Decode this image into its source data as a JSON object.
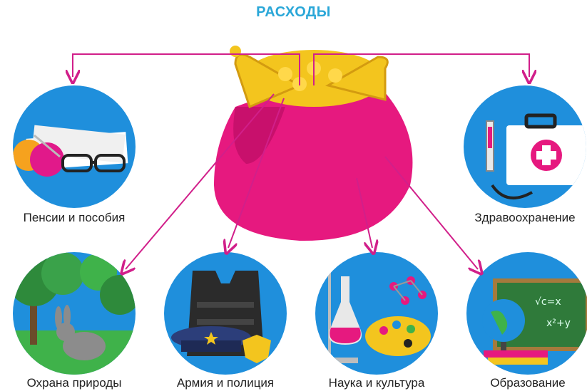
{
  "title": "РАСХОДЫ",
  "categories": [
    {
      "id": "pensions",
      "label": "Пенсии и пособия",
      "icon": "knitting-glasses-icon"
    },
    {
      "id": "health",
      "label": "Здравоохранение",
      "icon": "medical-kit-icon"
    },
    {
      "id": "nature",
      "label": "Охрана природы",
      "icon": "rabbit-tree-icon"
    },
    {
      "id": "army",
      "label": "Армия и полиция",
      "icon": "vest-cap-icon"
    },
    {
      "id": "science",
      "label": "Наука и культура",
      "icon": "flask-palette-icon"
    },
    {
      "id": "education",
      "label": "Образование",
      "icon": "globe-board-icon"
    }
  ],
  "colors": {
    "title": "#2aa7d8",
    "arrow": "#d11f8a",
    "circle": "#1f8fdc",
    "purse": "#e6197f",
    "coins": "#f3c51e"
  }
}
